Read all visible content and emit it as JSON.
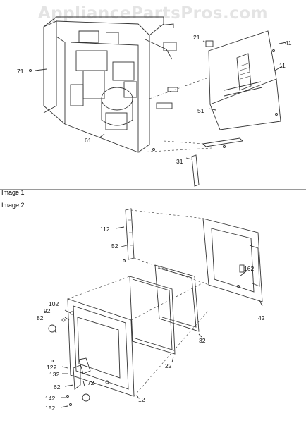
{
  "watermark": "AppliancePartsPros.com",
  "image1": {
    "label": "Image 1",
    "callouts": [
      "21",
      "41",
      "71",
      "11",
      "51",
      "61",
      "31"
    ]
  },
  "image2": {
    "label": "Image 2",
    "callouts": [
      "112",
      "52",
      "162",
      "102",
      "92",
      "82",
      "42",
      "32",
      "22",
      "122",
      "132",
      "62",
      "72",
      "142",
      "152",
      "12"
    ]
  }
}
